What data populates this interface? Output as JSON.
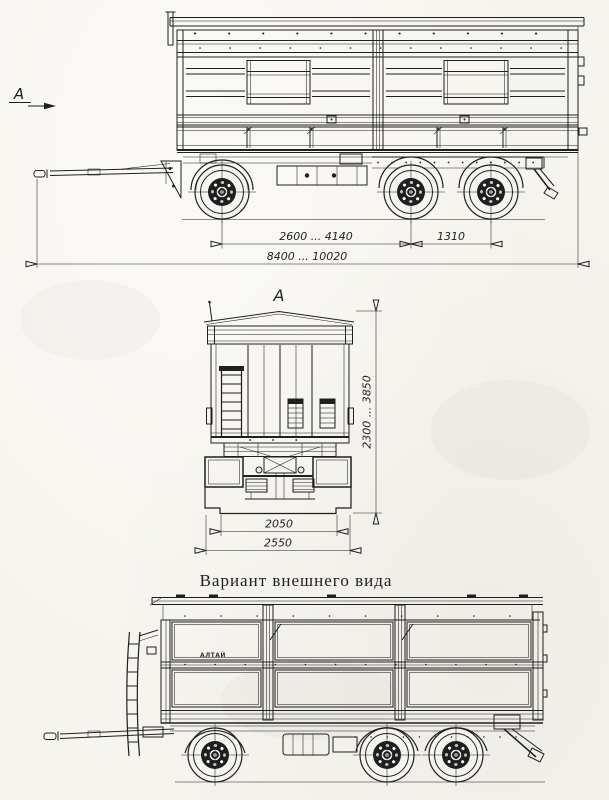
{
  "drawing": {
    "colors": {
      "paper": "#f6f4ee",
      "ink": "#1f1f1f"
    },
    "side_view": {
      "view_arrow_label": "A",
      "dim_axle_spread": "2600 ... 4140",
      "dim_bogie_spacing": "1310",
      "dim_overall_length": "8400 ... 10020"
    },
    "rear_view": {
      "view_label": "A",
      "dim_height": "2300 ... 3850",
      "dim_platform_width": "2050",
      "dim_overall_width": "2550"
    },
    "variant_view": {
      "title": "Вариант внешнего вида",
      "brand_label": "АЛТАЙ"
    }
  }
}
